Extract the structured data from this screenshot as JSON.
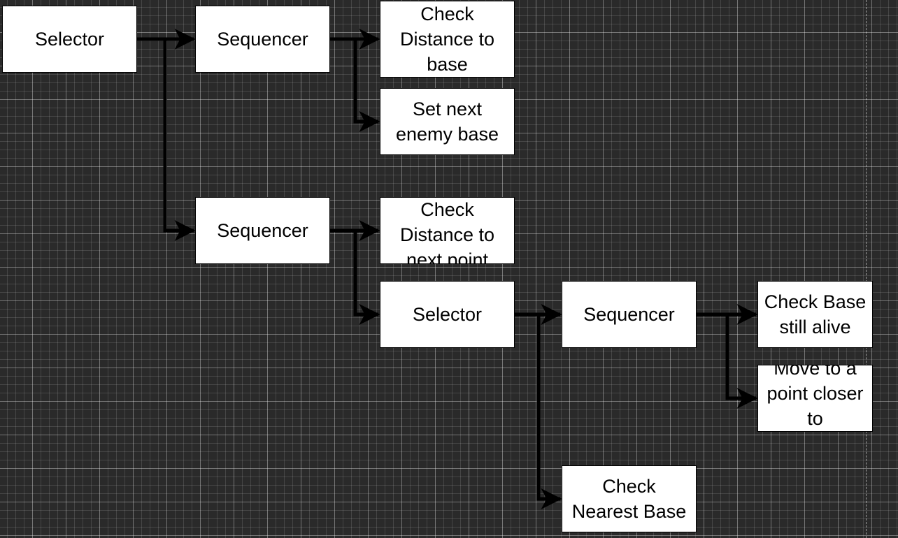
{
  "diagram": {
    "colors": {
      "canvas_background": "#2a2a2a",
      "node_fill": "#ffffff",
      "node_border": "#000000",
      "connector": "#000000"
    },
    "nodes": {
      "root_selector": "Selector",
      "sequencer_upper": "Sequencer",
      "check_distance_to_base": "Check\nDistance to\nbase",
      "set_next_enemy_base": "Set next\nenemy base",
      "sequencer_lower": "Sequencer",
      "check_distance_to_next_point": "Check\nDistance to\nnext point",
      "inner_selector": "Selector",
      "inner_sequencer": "Sequencer",
      "check_base_still_alive": "Check Base\nstill alive",
      "move_closer_to_base": "Move to a\npoint closer to\nthe base",
      "check_nearest_base": "Check\nNearest Base"
    },
    "edges": [
      {
        "from": "root_selector",
        "to": "sequencer_upper"
      },
      {
        "from": "root_selector",
        "to": "sequencer_lower"
      },
      {
        "from": "sequencer_upper",
        "to": "check_distance_to_base"
      },
      {
        "from": "sequencer_upper",
        "to": "set_next_enemy_base"
      },
      {
        "from": "sequencer_lower",
        "to": "check_distance_to_next_point"
      },
      {
        "from": "sequencer_lower",
        "to": "inner_selector"
      },
      {
        "from": "inner_selector",
        "to": "inner_sequencer"
      },
      {
        "from": "inner_selector",
        "to": "check_nearest_base"
      },
      {
        "from": "inner_sequencer",
        "to": "check_base_still_alive"
      },
      {
        "from": "inner_sequencer",
        "to": "move_closer_to_base"
      }
    ]
  }
}
